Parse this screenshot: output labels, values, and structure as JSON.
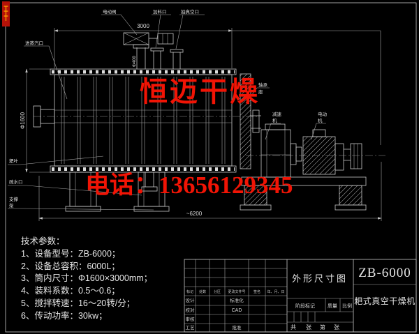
{
  "watermark": {
    "brand": "恒迈干燥",
    "phone": "电话：13656129345",
    "badge_color": "#b51208"
  },
  "labels": {
    "electric_valve": "电动阀",
    "feed_port": "加料口",
    "vacuum_port": "抽真空口",
    "steam_inlet": "进蒸汽口",
    "rake_blade": "耙叶",
    "drain_port": "疏水口",
    "support_line1": "支撑",
    "support_line2": "架",
    "bearing_line1": "轴承",
    "bearing_line2": "座",
    "reducer_line1": "减速",
    "reducer_line2": "机",
    "motor_line1": "电动",
    "motor_line2": "机",
    "nozzle_dia": "Φ400"
  },
  "dimensions": {
    "length": "3000",
    "diameter": "Φ1600",
    "overall": "~6200"
  },
  "tech_params": {
    "title": "技术参数：",
    "items": [
      "1、设备型号：ZB-6000；",
      "2、设备总容积：6000L；",
      "3、筒内尺寸：Φ1600×3000mm；",
      "4、装料系数：0.5～0.6；",
      "5、搅拌转速：16～20转/分；",
      "6、传动功率：30kw；"
    ]
  },
  "title_block": {
    "drawing_name": "外形尺寸图",
    "model": "ZB-6000",
    "machine_name": "耙式真空干燥机",
    "stage_mark": "阶段标记",
    "mass": "质量",
    "scale": "比例",
    "sheet": [
      "共",
      "张",
      "第",
      "张"
    ],
    "rows": {
      "header": [
        "标记",
        "处数",
        "分区",
        "更改文件号",
        "签名",
        "年、月、日"
      ],
      "design": "设计",
      "standardization": "标准化",
      "check": "校对",
      "cad": "CAD",
      "audit": "审核",
      "process": "工艺",
      "approve": "批准"
    }
  }
}
